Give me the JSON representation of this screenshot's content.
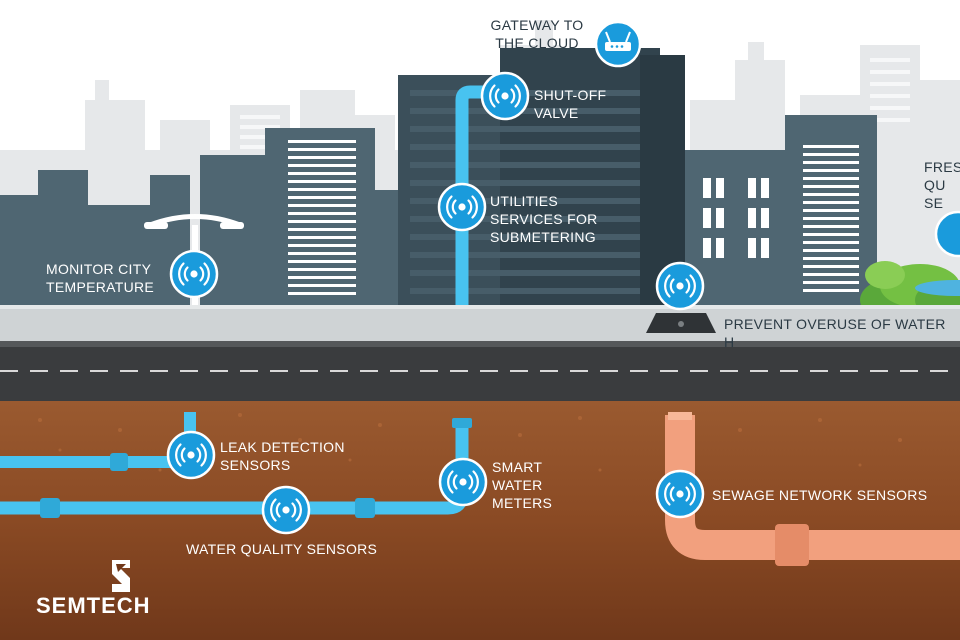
{
  "labels": {
    "gateway": "GATEWAY TO\nTHE CLOUD",
    "shutoff": "SHUT-OFF\nVALVE",
    "utilities": "UTILITIES\nSERVICES FOR\nSUBMETERING",
    "monitor_temp": "MONITOR CITY\nTEMPERATURE",
    "fresh_water": "FRES\nQU\nSE",
    "prevent_overuse": "PREVENT OVERUSE OF WATER H",
    "leak_detection": "LEAK DETECTION\nSENSORS",
    "smart_meters": "SMART\nWATER\nMETERS",
    "sewage": "SEWAGE NETWORK SENSORS",
    "water_quality": "WATER QUALITY SENSORS"
  },
  "logo": {
    "text": "SEMTECH"
  },
  "icons": {
    "sensor": "wireless-sensor-icon",
    "gateway": "router-icon"
  },
  "colors": {
    "sky": "#ffffff",
    "skyline_far": "#e6e8ea",
    "building_mid": "#4f6672",
    "building_dark": "#31434d",
    "sensor_blue": "#1a9bdc",
    "water_pipe": "#48c3f0",
    "sewage_pipe": "#f2a07e",
    "sidewalk": "#cfd3d5",
    "road": "#3a3c3e",
    "soil": "#8a4a24",
    "grass": "#74c043"
  }
}
